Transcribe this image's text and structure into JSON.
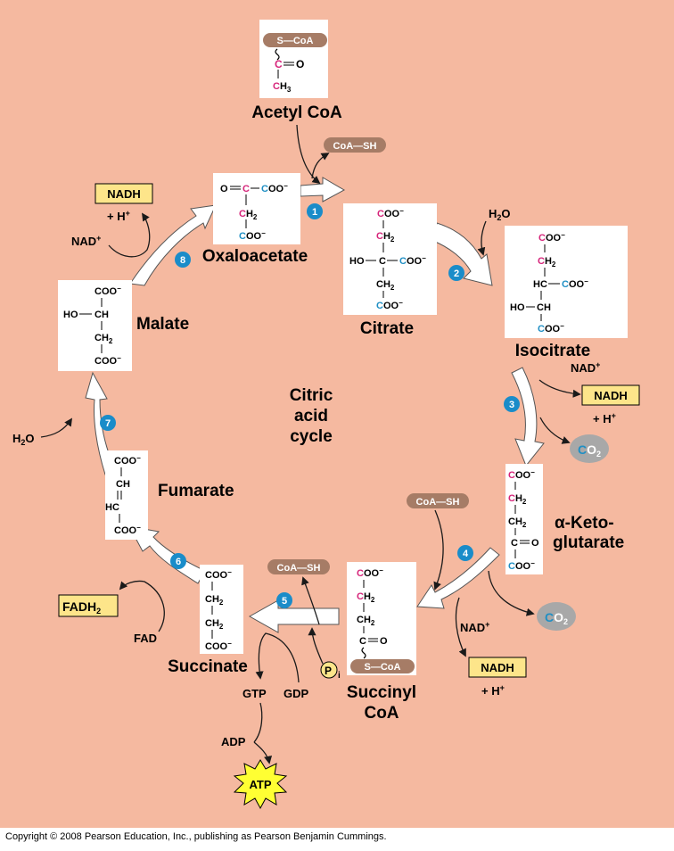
{
  "title": {
    "line1": "Citric",
    "line2": "acid",
    "line3": "cycle"
  },
  "copyright": "Copyright © 2008 Pearson Education, Inc., publishing as Pearson Benjamin Cummings.",
  "colors": {
    "background": "#f5b9a0",
    "carbon_magenta": "#d6247a",
    "carbon_blue": "#1f8fc4",
    "coa_pill": "#a67c66",
    "nadh_box": "#fde58a",
    "co2_circle": "#a8a8a8",
    "atp_star": "#ffff33",
    "step_circle": "#1a8cc9",
    "box": "#ffffff"
  },
  "compounds": {
    "acetyl_coa": {
      "name": "Acetyl CoA",
      "s_coa": "S—CoA",
      "c": "C",
      "o": "O",
      "ch3": "CH",
      "ch3_sub": "3"
    },
    "oxaloacetate": {
      "name": "Oxaloacetate",
      "o": "O",
      "c": "C",
      "coo_top": "COO",
      "ch2": "CH",
      "ch2_sub": "2",
      "coo_bottom": "COO"
    },
    "citrate": {
      "name": "Citrate",
      "coo1": "COO",
      "ch2_1": "CH",
      "sub2": "2",
      "ho": "HO",
      "c": "C",
      "coo2": "COO",
      "ch2_2": "CH",
      "coo3": "COO"
    },
    "isocitrate": {
      "name": "Isocitrate",
      "coo1": "COO",
      "ch2": "CH",
      "sub2": "2",
      "hc": "HC",
      "coo2": "COO",
      "ho": "HO",
      "ch": "CH",
      "coo3": "COO"
    },
    "alpha_ketoglutarate": {
      "name_line1": "α-Keto-",
      "name_line2": "glutarate",
      "coo1": "COO",
      "ch2_1": "CH",
      "sub2": "2",
      "ch2_2": "CH",
      "c": "C",
      "o": "O",
      "coo2": "COO"
    },
    "succinyl_coa": {
      "name_line1": "Succinyl",
      "name_line2": "CoA",
      "coo": "COO",
      "ch2_1": "CH",
      "sub2": "2",
      "ch2_2": "CH",
      "c": "C",
      "o": "O",
      "s_coa": "S—CoA"
    },
    "succinate": {
      "name": "Succinate",
      "coo1": "COO",
      "ch2_1": "CH",
      "sub2": "2",
      "ch2_2": "CH",
      "coo2": "COO"
    },
    "fumarate": {
      "name": "Fumarate",
      "coo1": "COO",
      "ch": "CH",
      "hc": "HC",
      "coo2": "COO"
    },
    "malate": {
      "name": "Malate",
      "coo1": "COO",
      "ho": "HO",
      "ch": "CH",
      "ch2": "CH",
      "sub2": "2",
      "coo2": "COO"
    }
  },
  "labels": {
    "coa_sh": "CoA—SH",
    "h2o": "H",
    "h2o_sub": "2",
    "h2o_o": "O",
    "nad_plus": "NAD",
    "plus": "+",
    "nadh": "NADH",
    "h_plus": "+ H",
    "co2_c": "C",
    "co2_o": "O",
    "co2_sub": "2",
    "fadh2": "FADH",
    "fadh2_sub": "2",
    "fad": "FAD",
    "gtp": "GTP",
    "gdp": "GDP",
    "adp": "ADP",
    "atp": "ATP",
    "pi": "P",
    "pi_sub": "i",
    "minus": "−"
  },
  "steps": [
    "1",
    "2",
    "3",
    "4",
    "5",
    "6",
    "7",
    "8"
  ]
}
